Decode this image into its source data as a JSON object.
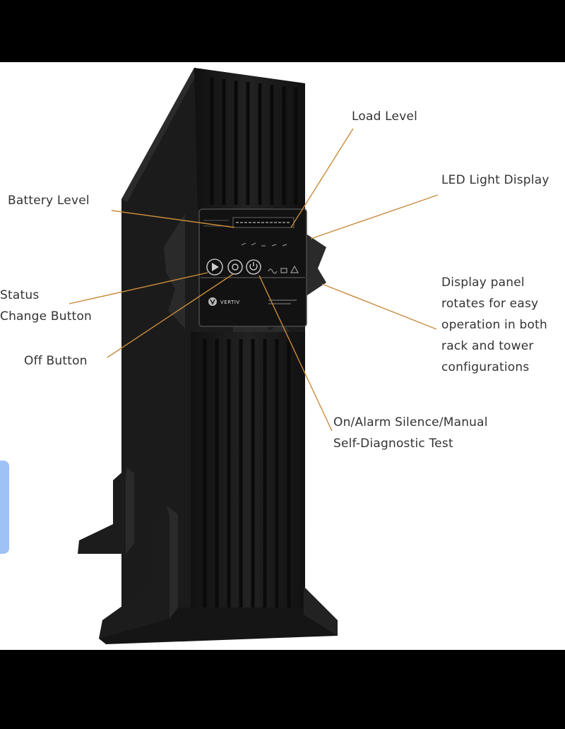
{
  "callouts": {
    "load_level": "Load Level",
    "led_light_display": "LED Light Display",
    "battery_level": "Battery Level",
    "status_change_button": [
      "Status",
      "Change Button"
    ],
    "off_button": "Off Button",
    "display_panel": [
      "Display panel",
      "rotates for easy",
      "operation in both",
      "rack and tower",
      "configurations"
    ],
    "on_alarm": [
      "On/Alarm Silence/Manual",
      "Self-Diagnostic Test"
    ]
  },
  "device": {
    "brand": "VERTIV"
  },
  "colors": {
    "leader_line": "#c98a3a",
    "device_body": "#1a1a1a",
    "background": "#ffffff",
    "side_tab": "#9cc2f6"
  },
  "icons": [
    "play-icon",
    "circle-target-icon",
    "power-icon",
    "sine-wave-icon",
    "battery-icon",
    "warning-icon"
  ]
}
